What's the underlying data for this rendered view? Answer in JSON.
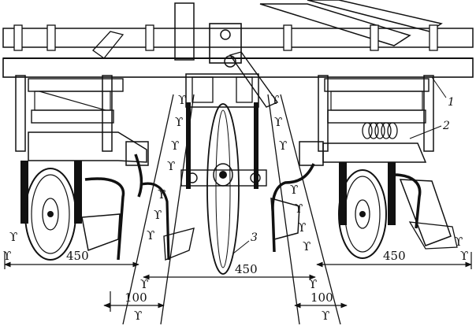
{
  "callouts": [
    {
      "label": "1"
    },
    {
      "label": "2"
    },
    {
      "label": "3"
    }
  ],
  "dimensions": {
    "left_span": "450",
    "center_span": "450",
    "right_span": "450",
    "left_row": "100",
    "right_row": "100"
  },
  "colors": {
    "ink": "#111111",
    "background": "#ffffff"
  }
}
